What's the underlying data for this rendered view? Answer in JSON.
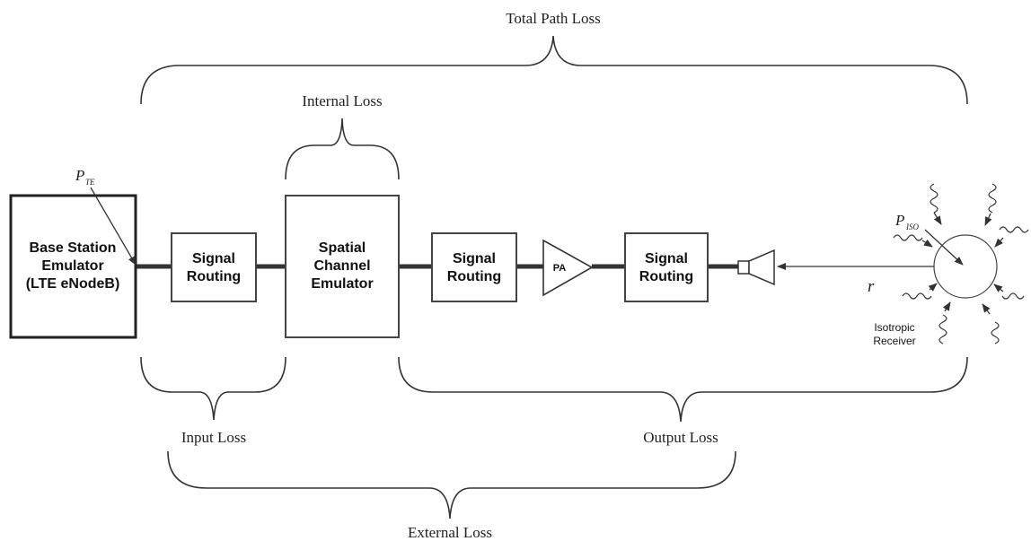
{
  "labels": {
    "total_path_loss": "Total Path Loss",
    "internal_loss": "Internal Loss",
    "input_loss": "Input Loss",
    "output_loss": "Output Loss",
    "external_loss": "External Loss",
    "r": "r",
    "p_te_main": "P",
    "p_te_sub": "TE",
    "p_iso_main": "P",
    "p_iso_sub": "ISO"
  },
  "blocks": {
    "base_station": [
      "Base Station",
      "Emulator",
      "(LTE eNodeB)"
    ],
    "signal_routing_1": [
      "Signal",
      "Routing"
    ],
    "spatial_channel": [
      "Spatial",
      "Channel",
      "Emulator"
    ],
    "signal_routing_2": [
      "Signal",
      "Routing"
    ],
    "amplifier": "PA",
    "signal_routing_3": [
      "Signal",
      "Routing"
    ],
    "receiver": [
      "Isotropic",
      "Receiver"
    ]
  }
}
